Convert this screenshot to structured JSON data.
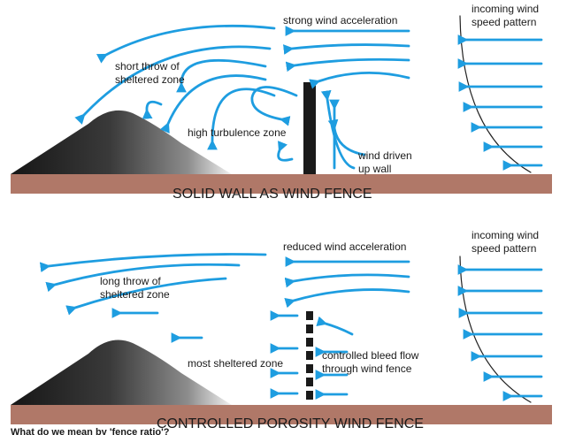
{
  "top_panel": {
    "title": "SOLID WALL AS WIND FENCE",
    "label_strong": "strong wind acceleration",
    "label_short_1": "short throw of",
    "label_short_2": "sheltered zone",
    "label_turb": "high turbulence zone",
    "label_driven_1": "wind driven",
    "label_driven_2": "up wall",
    "label_incoming_1": "incoming wind",
    "label_incoming_2": "speed pattern"
  },
  "bottom_panel": {
    "title": "CONTROLLED POROSITY WIND FENCE",
    "label_reduced": "reduced wind acceleration",
    "label_long_1": "long throw of",
    "label_long_2": "sheltered zone",
    "label_most": "most sheltered zone",
    "label_bleed_1": "controlled bleed flow",
    "label_bleed_2": "through wind fence",
    "label_incoming_1": "incoming wind",
    "label_incoming_2": "speed pattern"
  },
  "caption": "What do we mean by 'fence ratio'?",
  "colors": {
    "ground": "#b07868",
    "arrow": "#1e9de0",
    "fence": "#1a1a1a",
    "pile_dark": "#1a1a1a",
    "pile_light": "#ffffff"
  }
}
